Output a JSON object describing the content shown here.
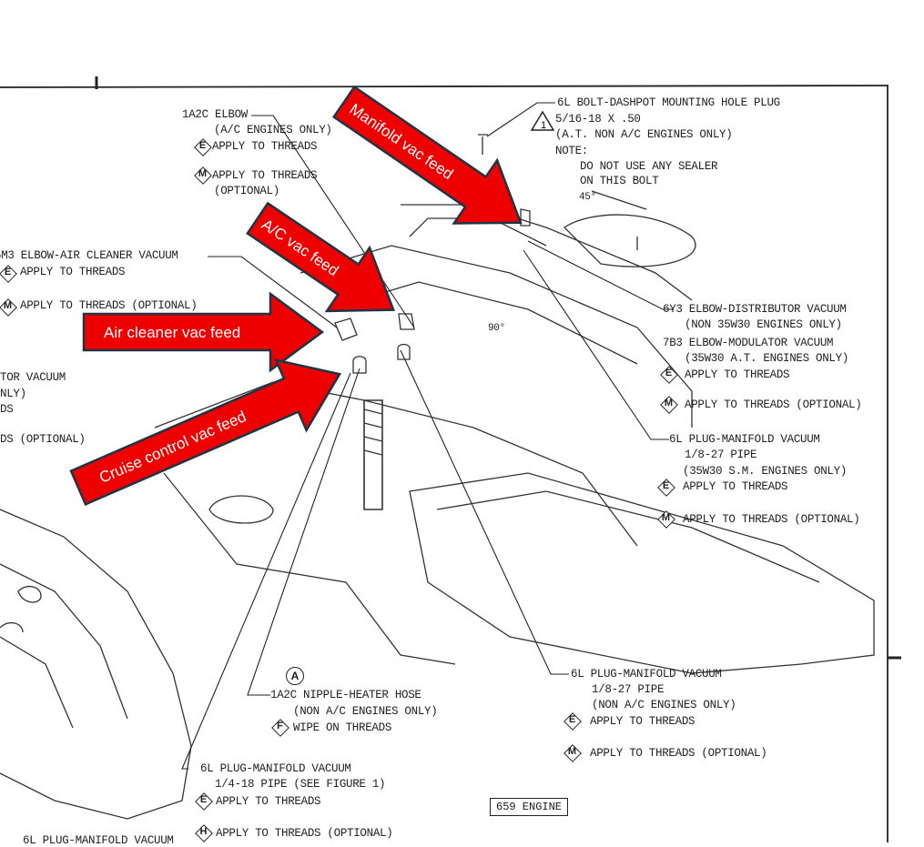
{
  "diagram": {
    "engine_tag": "659 ENGINE",
    "angle_45": "45°",
    "angle_90": "90°",
    "triangle_ref": "1",
    "circle_ref": "A"
  },
  "arrows": [
    {
      "label": "Manifold vac feed"
    },
    {
      "label": "A/C vac feed"
    },
    {
      "label": "Air cleaner vac feed"
    },
    {
      "label": "Cruise control vac feed"
    }
  ],
  "callouts": {
    "dashpot": {
      "title": "6L BOLT-DASHPOT MOUNTING HOLE PLUG",
      "size": "5/16-18 X .50",
      "scope": "(A.T. NON A/C ENGINES ONLY)",
      "note_label": "NOTE:",
      "note_1": "DO NOT USE ANY SEALER",
      "note_2": "ON THIS BOLT"
    },
    "ac_elbow": {
      "title": "1A2C ELBOW",
      "scope": "(A/C ENGINES ONLY)",
      "e_code": "E",
      "e_text": "APPLY TO THREADS",
      "m_code": "M",
      "m_text": "APPLY TO THREADS",
      "m_text_2": "(OPTIONAL)"
    },
    "air_cleaner": {
      "title": "5M3 ELBOW-AIR CLEANER VACUUM",
      "e_code": "E",
      "e_text": "APPLY TO THREADS",
      "m_code": "M",
      "m_text": "APPLY TO THREADS (OPTIONAL)"
    },
    "left_partial": {
      "line_1": "TOR VACUUM",
      "line_2": "NLY)",
      "line_3": "DS",
      "line_4": "DS (OPTIONAL)"
    },
    "distributor": {
      "title": "6Y3 ELBOW-DISTRIBUTOR VACUUM",
      "scope": "(NON 35W30 ENGINES ONLY)",
      "title_2": "7B3 ELBOW-MODULATOR VACUUM",
      "scope_2": "(35W30 A.T. ENGINES ONLY)",
      "e_code": "E",
      "e_text": "APPLY TO THREADS",
      "m_code": "M",
      "m_text": "APPLY TO THREADS (OPTIONAL)"
    },
    "plug_35w30": {
      "title": "6L PLUG-MANIFOLD VACUUM",
      "size": "1/8-27 PIPE",
      "scope": "(35W30 S.M. ENGINES ONLY)",
      "e_code": "E",
      "e_text": "APPLY TO THREADS",
      "m_code": "M",
      "m_text": "APPLY TO THREADS (OPTIONAL)"
    },
    "plug_non_ac": {
      "title": "6L PLUG-MANIFOLD VACUUM",
      "size": "1/8-27 PIPE",
      "scope": "(NON A/C ENGINES ONLY)",
      "e_code": "E",
      "e_text": "APPLY TO THREADS",
      "m_code": "M",
      "m_text": "APPLY TO THREADS (OPTIONAL)"
    },
    "nipple": {
      "title": "1A2C NIPPLE-HEATER HOSE",
      "scope": "(NON A/C ENGINES ONLY)",
      "f_code": "F",
      "f_text": "WIPE ON THREADS"
    },
    "plug_quarter": {
      "title": "6L PLUG-MANIFOLD VACUUM",
      "size": "1/4-18 PIPE (SEE FIGURE 1)",
      "e_code": "E",
      "e_text": "APPLY TO THREADS",
      "h_code": "H",
      "h_text": "APPLY TO THREADS (OPTIONAL)"
    },
    "bottom_partial": {
      "title": "6L PLUG-MANIFOLD VACUUM"
    }
  },
  "colors": {
    "arrow_fill": "#ee0000",
    "arrow_stroke": "#1f3545",
    "ink": "#222222"
  }
}
